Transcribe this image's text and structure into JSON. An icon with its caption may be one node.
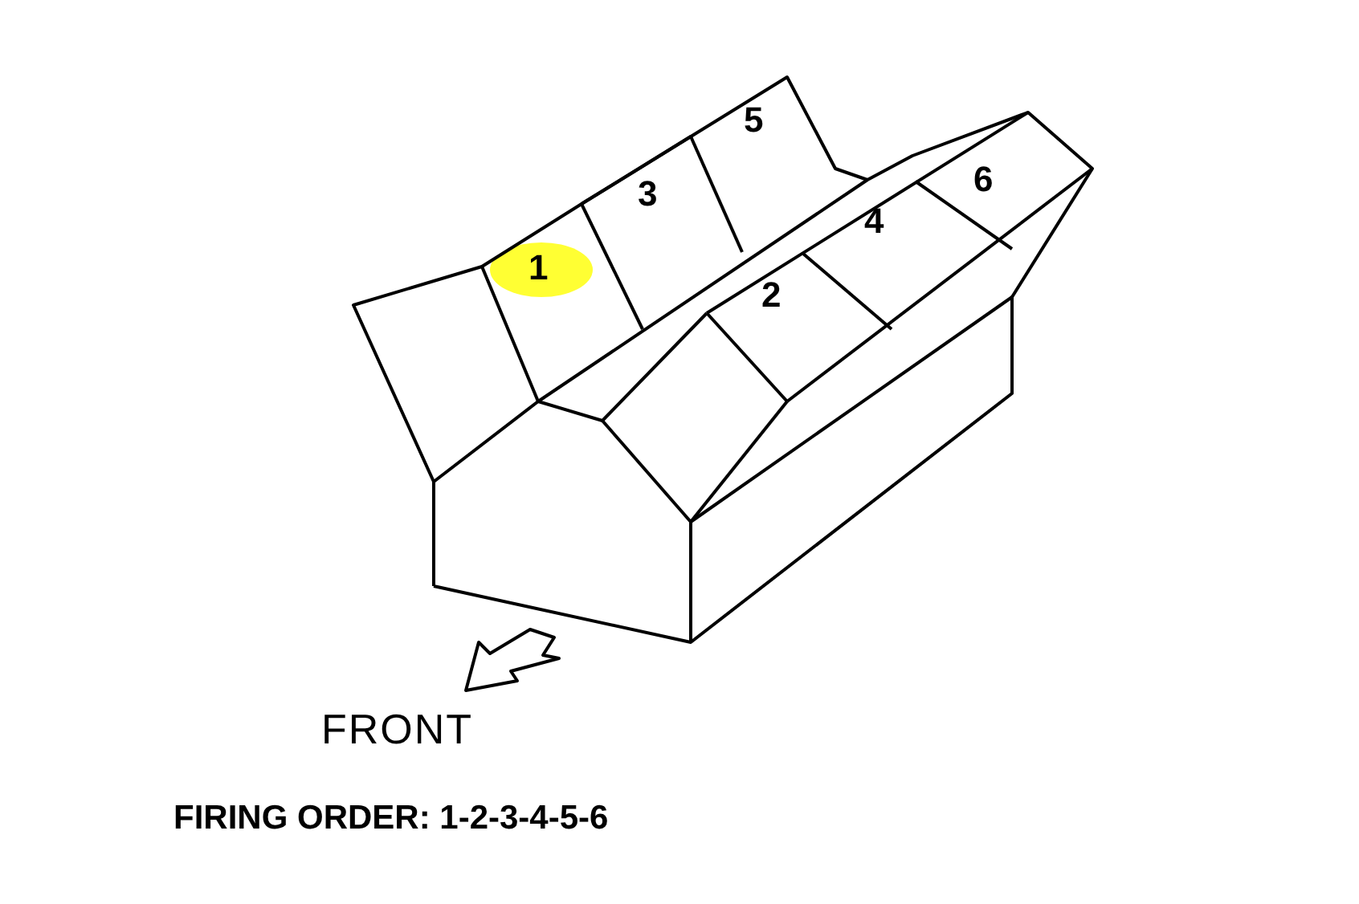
{
  "diagram": {
    "caption": "FIRING ORDER: 1-2-3-4-5-6",
    "labels": [
      "5",
      "6",
      "3",
      "4",
      "1",
      "2",
      "FRONT"
    ]
  }
}
